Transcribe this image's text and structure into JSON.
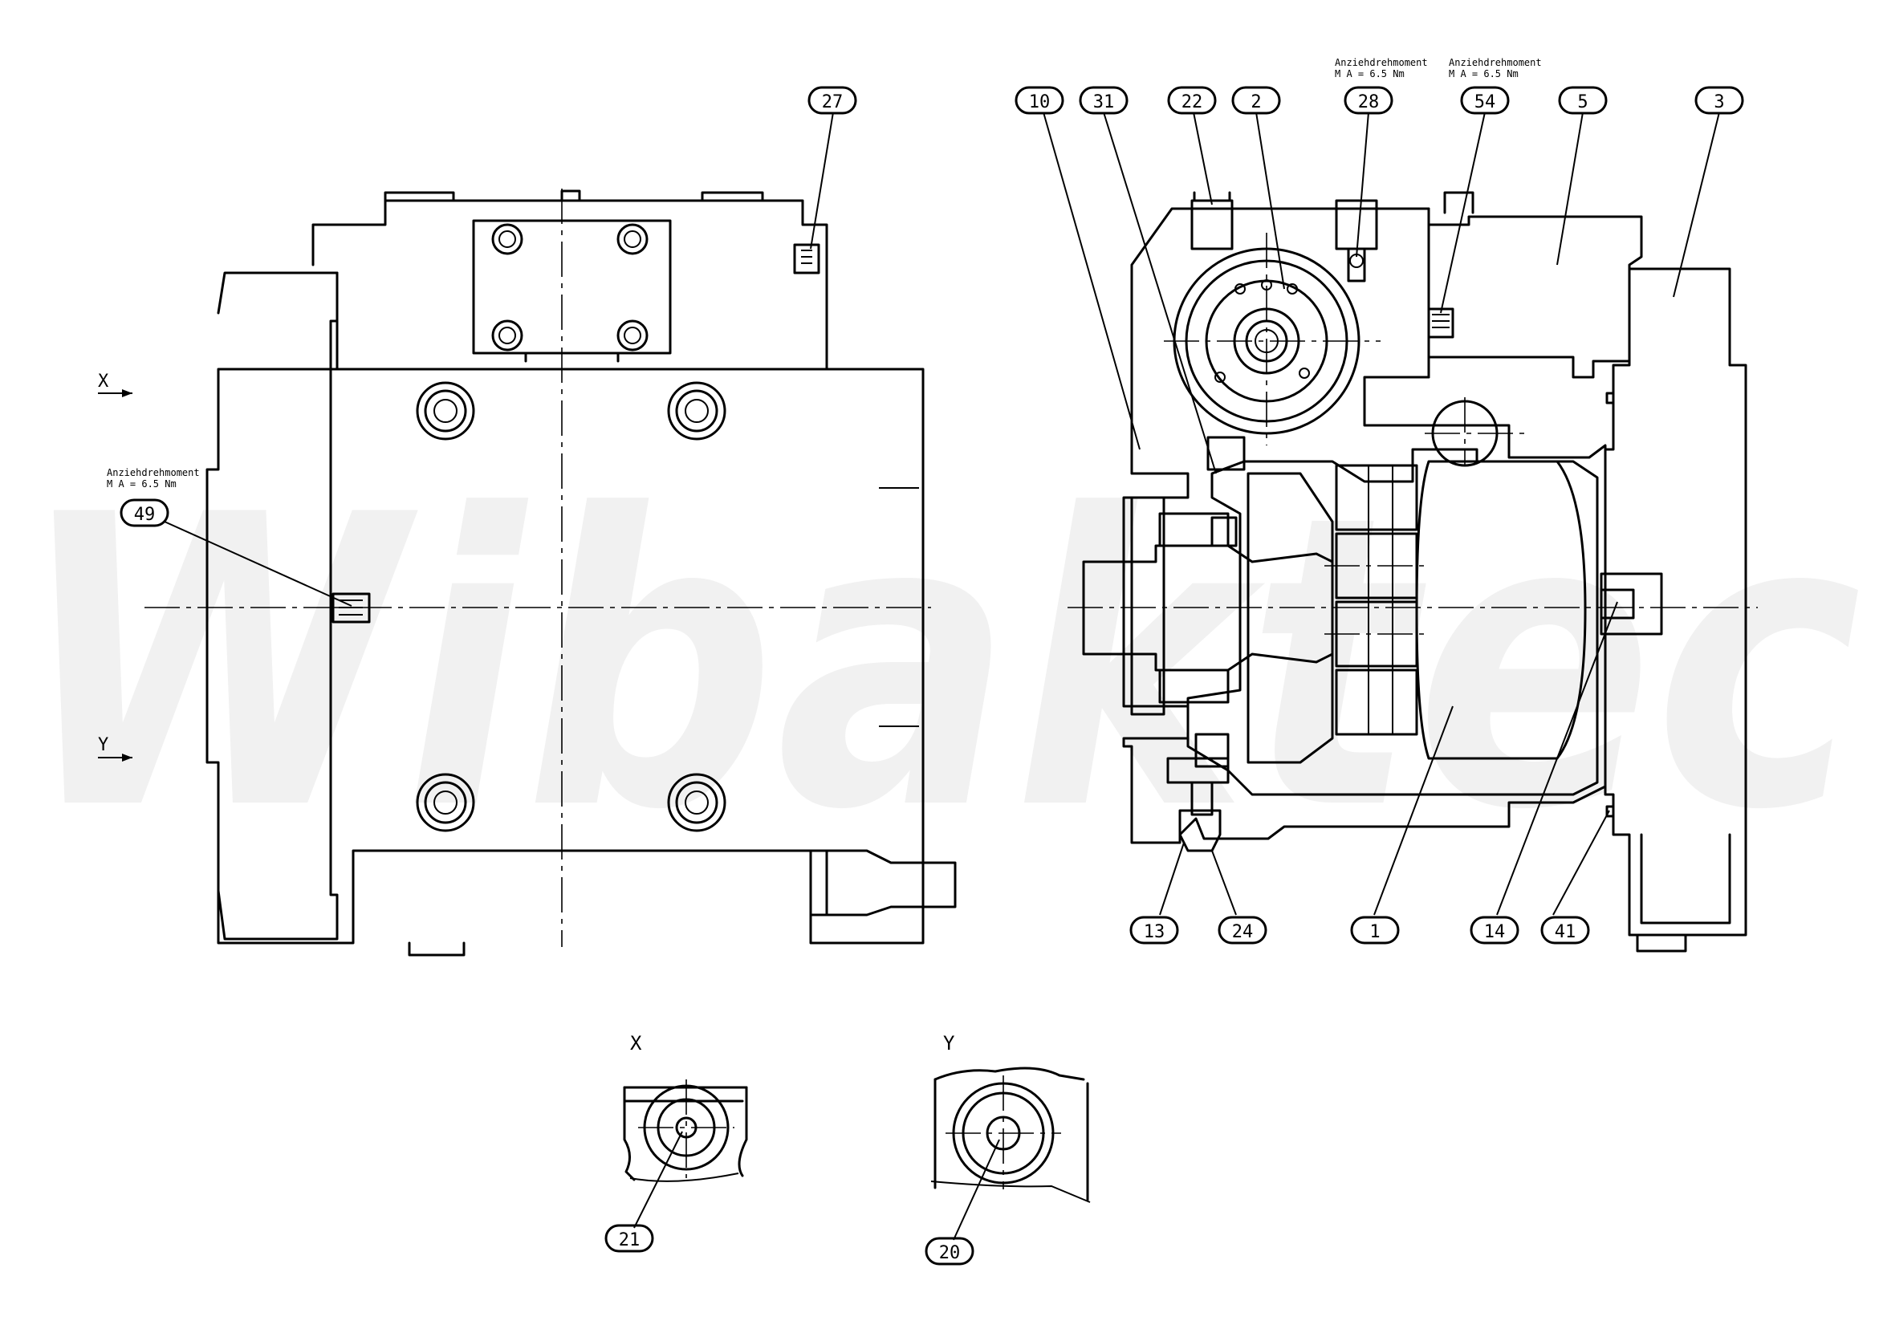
{
  "watermark": "Wibaktec",
  "torque_notes": [
    {
      "id": "n49",
      "title": "Anziehdrehmoment",
      "value": "M A = 6.5 Nm"
    },
    {
      "id": "n28",
      "title": "Anziehdrehmoment",
      "value": "M A = 6.5 Nm"
    },
    {
      "id": "n54",
      "title": "Anziehdrehmoment",
      "value": "M A = 6.5 Nm"
    }
  ],
  "view_markers": {
    "x": "X",
    "y": "Y"
  },
  "detail_views": [
    {
      "label": "X",
      "callout": "21"
    },
    {
      "label": "Y",
      "callout": "20"
    }
  ],
  "callouts": {
    "c27": "27",
    "c49": "49",
    "c10": "10",
    "c31": "31",
    "c22": "22",
    "c2": "2",
    "c28": "28",
    "c54": "54",
    "c5": "5",
    "c3": "3",
    "c13": "13",
    "c24": "24",
    "c1": "1",
    "c14": "14",
    "c41": "41",
    "c21": "21",
    "c20": "20"
  }
}
